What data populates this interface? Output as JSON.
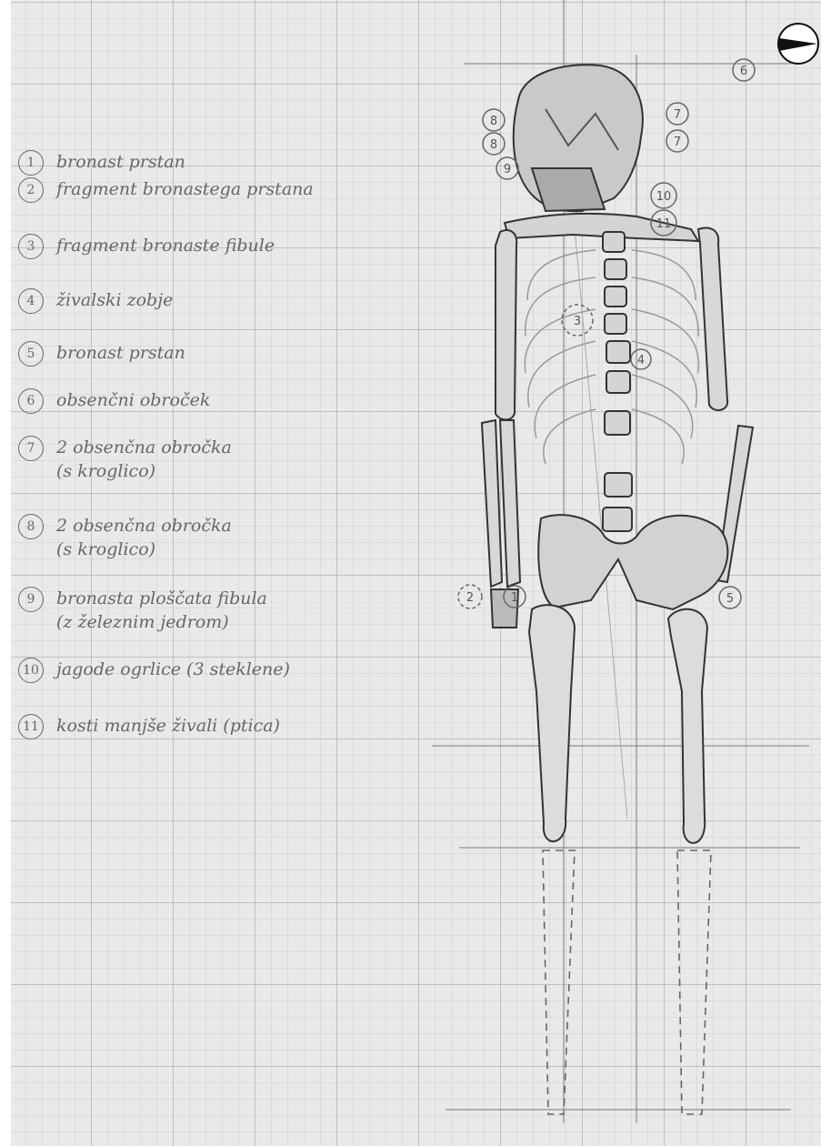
{
  "legend": [
    {
      "num": "1",
      "text": "bronast prstan"
    },
    {
      "num": "2",
      "text": "fragment bronastega prstana"
    },
    {
      "num": "3",
      "text": "fragment bronaste fibule"
    },
    {
      "num": "4",
      "text": "živalski zobje"
    },
    {
      "num": "5",
      "text": "bronast prstan"
    },
    {
      "num": "6",
      "text": "obsenčni obroček"
    },
    {
      "num": "7",
      "text": "2 obsenčna obročka\n(s kroglico)"
    },
    {
      "num": "8",
      "text": "2 obsenčna obročka\n(s kroglico)"
    },
    {
      "num": "9",
      "text": "bronasta ploščata fibula\n(z železnim jedrom)"
    },
    {
      "num": "10",
      "text": "jagode ogrlice (3 steklene)"
    },
    {
      "num": "11",
      "text": "kosti manjše živali (ptica)"
    }
  ],
  "drawing_markers": {
    "m1": "1",
    "m2": "2",
    "m3": "3",
    "m4": "4",
    "m5": "5",
    "m6": "6",
    "m7a": "7",
    "m7b": "7",
    "m8a": "8",
    "m8b": "8",
    "m9": "9",
    "m10": "10",
    "m11": "11"
  },
  "icons": {
    "north_arrow": "north-arrow-icon"
  }
}
